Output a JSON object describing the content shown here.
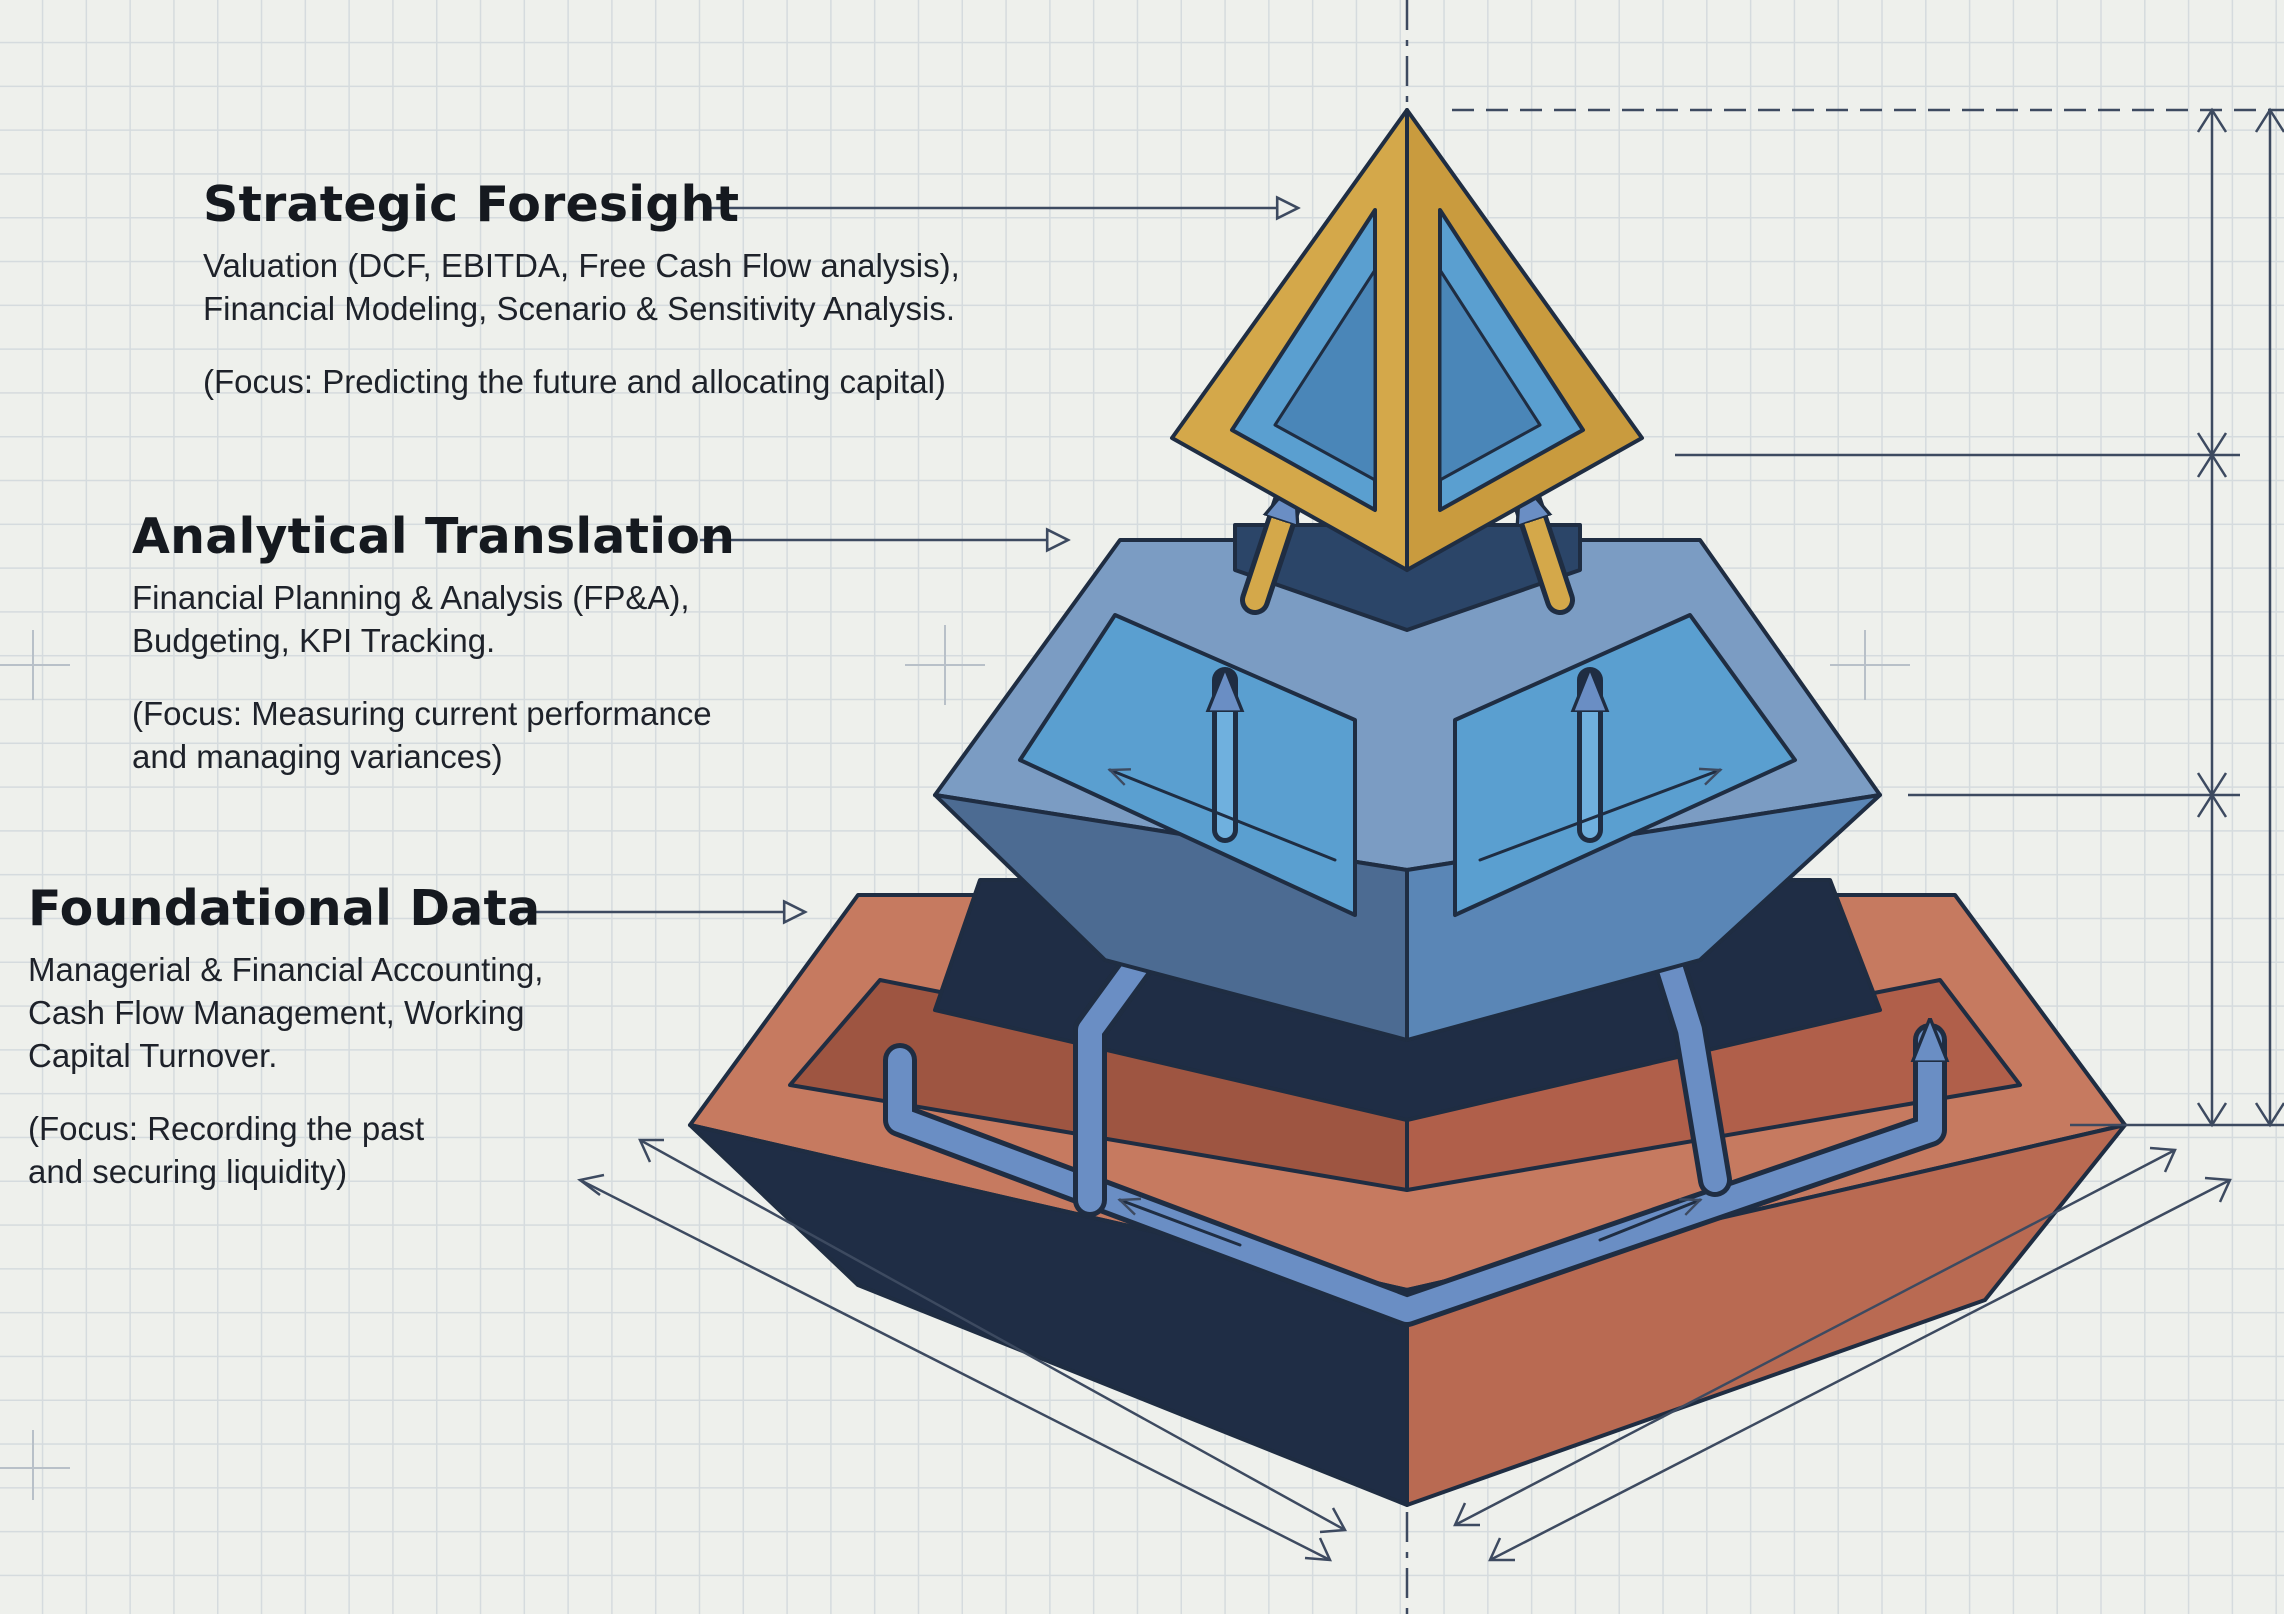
{
  "tiers": [
    {
      "title": "Strategic Foresight",
      "detail": [
        "Valuation (DCF, EBITDA, Free Cash Flow analysis),",
        "Financial Modeling, Scenario & Sensitivity Analysis."
      ],
      "focus": [
        "(Focus: Predicting the future and allocating capital)"
      ],
      "color": "#d4a84a"
    },
    {
      "title": "Analytical Translation",
      "detail": [
        "Financial Planning & Analysis (FP&A),",
        "Budgeting, KPI Tracking."
      ],
      "focus": [
        "(Focus: Measuring current performance",
        "and managing variances)"
      ],
      "color": "#4e77a3"
    },
    {
      "title": "Foundational Data",
      "detail": [
        "Managerial & Financial Accounting,",
        "Cash Flow Management, Working",
        "Capital Turnover."
      ],
      "focus": [
        "(Focus: Recording the past",
        "and securing liquidity)"
      ],
      "color": "#c06d55"
    }
  ],
  "colors": {
    "background": "#eef0ec",
    "grid": "#d5dbde",
    "outline": "#1f2d42",
    "gold": "#d4a84a",
    "gold_dark": "#a88330",
    "blue_light": "#6e98c2",
    "blue_mid": "#4e77a3",
    "blue_dark": "#2b4568",
    "navy": "#1f2d45",
    "terracotta": "#c06d55",
    "terracotta_dark": "#9e5541",
    "inner_blue": "#5a9fd0",
    "flow_arrow": "#6a8ec4",
    "dimension_line": "#3d4a60"
  }
}
